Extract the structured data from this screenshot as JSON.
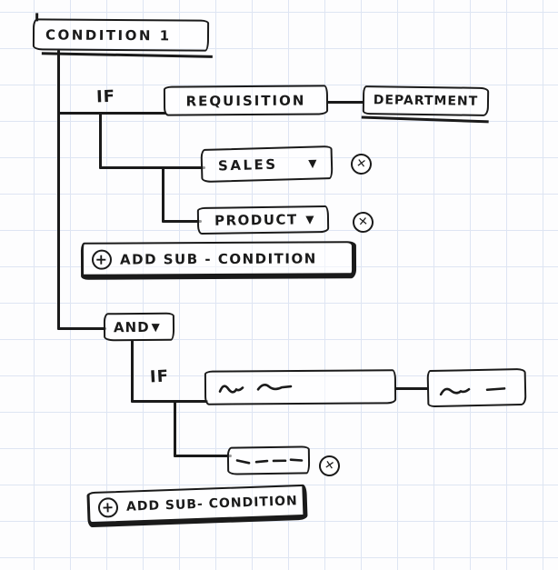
{
  "palette": {
    "ink": "#1a1a1a",
    "paper": "#fdfdfe",
    "grid_line": "#dee5f3"
  },
  "root_condition": {
    "name_value": "CONDITION 1"
  },
  "group1": {
    "if_label": "IF",
    "left_field_value": "REQUISITION",
    "right_field_value": "DEPARTMENT",
    "criteria": [
      {
        "value": "SALES"
      },
      {
        "value": "PRODUCT"
      }
    ],
    "add_button_label": "ADD SUB - CONDITION"
  },
  "logic_operator": {
    "value": "AND"
  },
  "group2": {
    "if_label": "IF",
    "add_button_label": "ADD SUB- CONDITION"
  },
  "icons": {
    "dropdown_glyph": "▼",
    "remove_glyph": "✕",
    "add_glyph": "+"
  }
}
